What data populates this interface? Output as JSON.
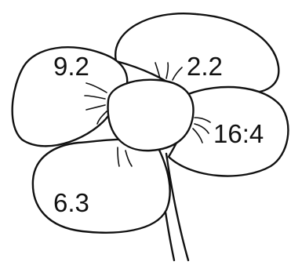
{
  "petals": [
    {
      "label": "9.2"
    },
    {
      "label": "2.2"
    },
    {
      "label": "16:4"
    },
    {
      "label": "6.3"
    }
  ]
}
